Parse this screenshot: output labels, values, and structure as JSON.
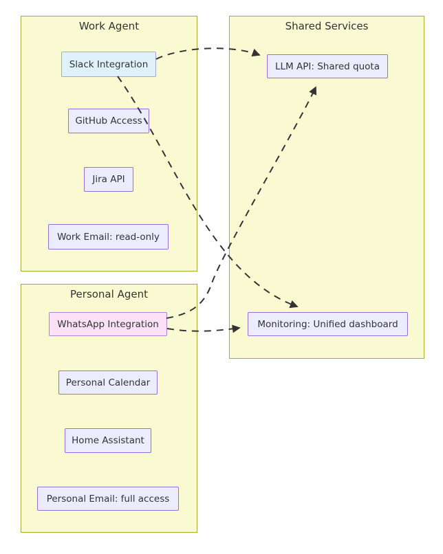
{
  "diagram": {
    "type": "flowchart",
    "clusters": {
      "work": {
        "label": "Work Agent"
      },
      "shared": {
        "label": "Shared Services"
      },
      "personal": {
        "label": "Personal Agent"
      }
    },
    "nodes": {
      "slack": {
        "label": "Slack Integration",
        "cluster": "Work Agent"
      },
      "github": {
        "label": "GitHub Access",
        "cluster": "Work Agent"
      },
      "jira": {
        "label": "Jira API",
        "cluster": "Work Agent"
      },
      "work_email": {
        "label": "Work Email: read-only",
        "cluster": "Work Agent"
      },
      "llm_api": {
        "label": "LLM API: Shared quota",
        "cluster": "Shared Services"
      },
      "monitoring": {
        "label": "Monitoring: Unified dashboard",
        "cluster": "Shared Services"
      },
      "whatsapp": {
        "label": "WhatsApp Integration",
        "cluster": "Personal Agent"
      },
      "personal_calendar": {
        "label": "Personal Calendar",
        "cluster": "Personal Agent"
      },
      "home_assistant": {
        "label": "Home Assistant",
        "cluster": "Personal Agent"
      },
      "personal_email": {
        "label": "Personal Email: full access",
        "cluster": "Personal Agent"
      }
    },
    "edges": [
      {
        "from": "Slack Integration",
        "to": "LLM API: Shared quota",
        "style": "dashed",
        "arrow": true
      },
      {
        "from": "Slack Integration",
        "to": "Monitoring: Unified dashboard",
        "style": "dashed",
        "arrow": true
      },
      {
        "from": "WhatsApp Integration",
        "to": "LLM API: Shared quota",
        "style": "dashed",
        "arrow": true
      },
      {
        "from": "WhatsApp Integration",
        "to": "Monitoring: Unified dashboard",
        "style": "dashed",
        "arrow": true
      }
    ]
  },
  "colors": {
    "cluster_fill": "#FAFAD2",
    "cluster_border": "#AAAA33",
    "node_fill": "#ECECFF",
    "node_border": "#9370DB",
    "slack_fill": "#DFF2FB",
    "slack_border": "#A6A6D6",
    "whatsapp_fill": "#FBE1F7",
    "whatsapp_border": "#AD84D0",
    "edge": "#333333",
    "text": "#333333"
  }
}
